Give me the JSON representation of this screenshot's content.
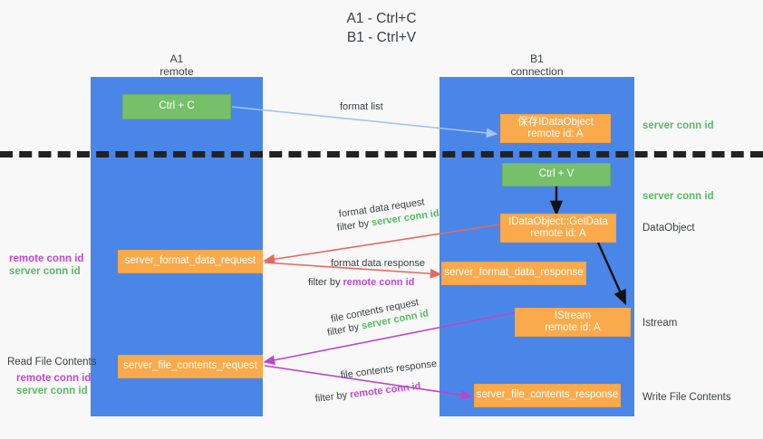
{
  "title": "A1 - Ctrl+C\nB1 - Ctrl+V",
  "columns": {
    "left": {
      "name": "A1",
      "role": "remote",
      "label": "A1\nremote"
    },
    "right": {
      "name": "B1",
      "role": "connection",
      "label": "B1\nconnection"
    }
  },
  "nodes": {
    "ctrl_c": "Ctrl + C",
    "ctrl_v": "Ctrl + V",
    "save_dataobject": "保存IDataObject\nremote id: A",
    "getdata": "IDataObject::GetData\nremote id: A",
    "istream": "IStream\nremote id: A",
    "server_format_data_request": "server_format_data_request",
    "server_format_data_response": "server_format_data_response",
    "server_file_contents_request": "server_file_contents_request",
    "server_file_contents_response": "server_file_contents_response"
  },
  "edges": {
    "format_list": "format list",
    "format_data_request": "format data request",
    "format_data_request_filter_prefix": "filter by ",
    "format_data_request_filter_key": "server conn id",
    "format_data_response": "format data response",
    "format_data_response_filter_prefix": "filter by ",
    "format_data_response_filter_key": "remote conn id",
    "file_contents_request": "file contents request",
    "file_contents_request_filter_prefix": "filter by ",
    "file_contents_request_filter_key": "server conn id",
    "file_contents_response": "file contents response",
    "file_contents_response_filter_prefix": "filter by ",
    "file_contents_response_filter_key": "remote conn id"
  },
  "right_labels": {
    "server_conn_id_1": "server conn id",
    "server_conn_id_2": "server conn id",
    "dataobject": "DataObject",
    "istream": "Istream",
    "write_file_contents": "Write File Contents"
  },
  "left_labels": {
    "remote_conn_id_1": "remote conn id",
    "server_conn_id_1": "server conn id",
    "read_file_contents": "Read File Contents",
    "remote_conn_id_2": "remote conn id",
    "server_conn_id_2": "server conn id"
  },
  "colors": {
    "panel": "#4a86e8",
    "green_node": "#77c06a",
    "orange_node": "#fbaa4b",
    "green_text": "#57bb63",
    "purple_text": "#c246d8",
    "red_arrow": "#e8685f",
    "purple_arrow": "#bb46c9",
    "blue_arrow": "#9fc5f0",
    "black_arrow": "#000000",
    "background": "#f8f8f8"
  }
}
